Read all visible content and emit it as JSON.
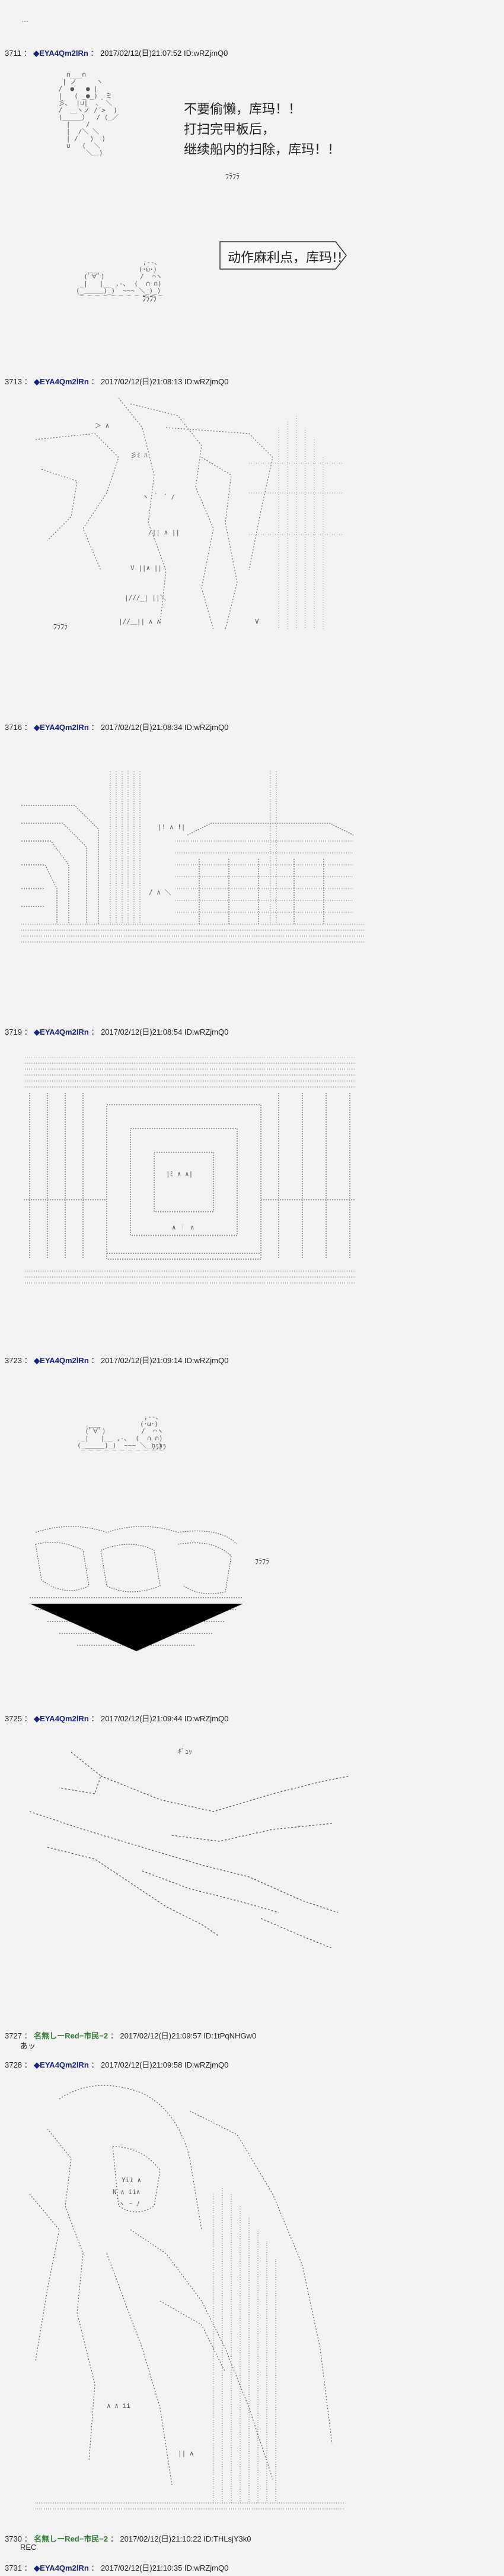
{
  "top_mark": "…",
  "posts": [
    {
      "num": "3711",
      "name": "◆EYA4Qm2lRn",
      "meta": "2017/02/12(日)21:07:52 ID:wRZjmQ0"
    },
    {
      "num": "3713",
      "name": "◆EYA4Qm2lRn",
      "meta": "2017/02/12(日)21:08:13 ID:wRZjmQ0"
    },
    {
      "num": "3716",
      "name": "◆EYA4Qm2lRn",
      "meta": "2017/02/12(日)21:08:34 ID:wRZjmQ0"
    },
    {
      "num": "3719",
      "name": "◆EYA4Qm2lRn",
      "meta": "2017/02/12(日)21:08:54 ID:wRZjmQ0"
    },
    {
      "num": "3723",
      "name": "◆EYA4Qm2lRn",
      "meta": "2017/02/12(日)21:09:14 ID:wRZjmQ0"
    },
    {
      "num": "3725",
      "name": "◆EYA4Qm2lRn",
      "meta": "2017/02/12(日)21:09:44 ID:wRZjmQ0"
    },
    {
      "num": "3727",
      "name": "名無しーRed−市民−2",
      "meta": "2017/02/12(日)21:09:57 ID:1tPqNHGw0",
      "body": "あッ"
    },
    {
      "num": "3728",
      "name": "◆EYA4Qm2lRn",
      "meta": "2017/02/12(日)21:09:58 ID:wRZjmQ0"
    },
    {
      "num": "3730",
      "name": "名無しーRed−市民−2",
      "meta": "2017/02/12(日)21:10:22 ID:THLsjY3k0",
      "body": "REC"
    },
    {
      "num": "3731",
      "name": "◆EYA4Qm2lRn",
      "meta": "2017/02/12(日)21:10:35 ID:wRZjmQ0"
    }
  ],
  "post1": {
    "lines": [
      "不要偷懒，库玛！！",
      "打扫完甲板后，",
      "继续船内的扫除，库玛！！"
    ],
    "sfx1": "ﾌﾗﾌﾗ",
    "callout": "动作麻利点，库玛!!",
    "sfx2": "ﾌﾗﾌﾗ"
  },
  "post2": {
    "sfx": "ﾌﾗﾌﾗ"
  },
  "post5": {
    "sfx1": "ﾌﾗﾌﾗ",
    "sfx2": "ﾌﾗﾌﾗ"
  },
  "post6": {
    "sfx": "ｷﾞｭｯ"
  }
}
